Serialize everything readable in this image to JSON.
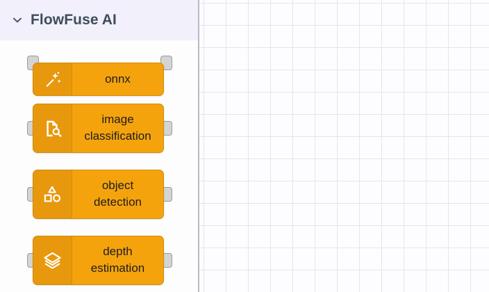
{
  "palette": {
    "header": {
      "title": "FlowFuse AI",
      "chevron_icon": "chevron-down-icon",
      "expanded": true,
      "background_color": "#f1f0fb",
      "title_color": "#3f4d5a"
    },
    "node_colors": {
      "body": "#f5a30d",
      "icon_panel": "#e8980c",
      "border": "#cf8b0a",
      "port": "#d4d4d4",
      "label_text": "#1d1d1d"
    },
    "nodes": [
      {
        "id": "onnx",
        "icon": "magic-wand-sparkle-icon",
        "line1": "onnx",
        "line2": "",
        "has_input": true,
        "has_output": true
      },
      {
        "id": "image-classification",
        "icon": "document-search-icon",
        "line1": "image",
        "line2": "classification",
        "has_input": true,
        "has_output": true
      },
      {
        "id": "object-detection",
        "icon": "shapes-icon",
        "line1": "object",
        "line2": "detection",
        "has_input": true,
        "has_output": true
      },
      {
        "id": "depth-estimation",
        "icon": "layers-icon",
        "line1": "depth",
        "line2": "estimation",
        "has_input": true,
        "has_output": true
      }
    ]
  },
  "canvas": {
    "background_color": "#fdfdff",
    "grid_line_color": "#e4e4f2",
    "grid_size": 32,
    "empty": true
  }
}
